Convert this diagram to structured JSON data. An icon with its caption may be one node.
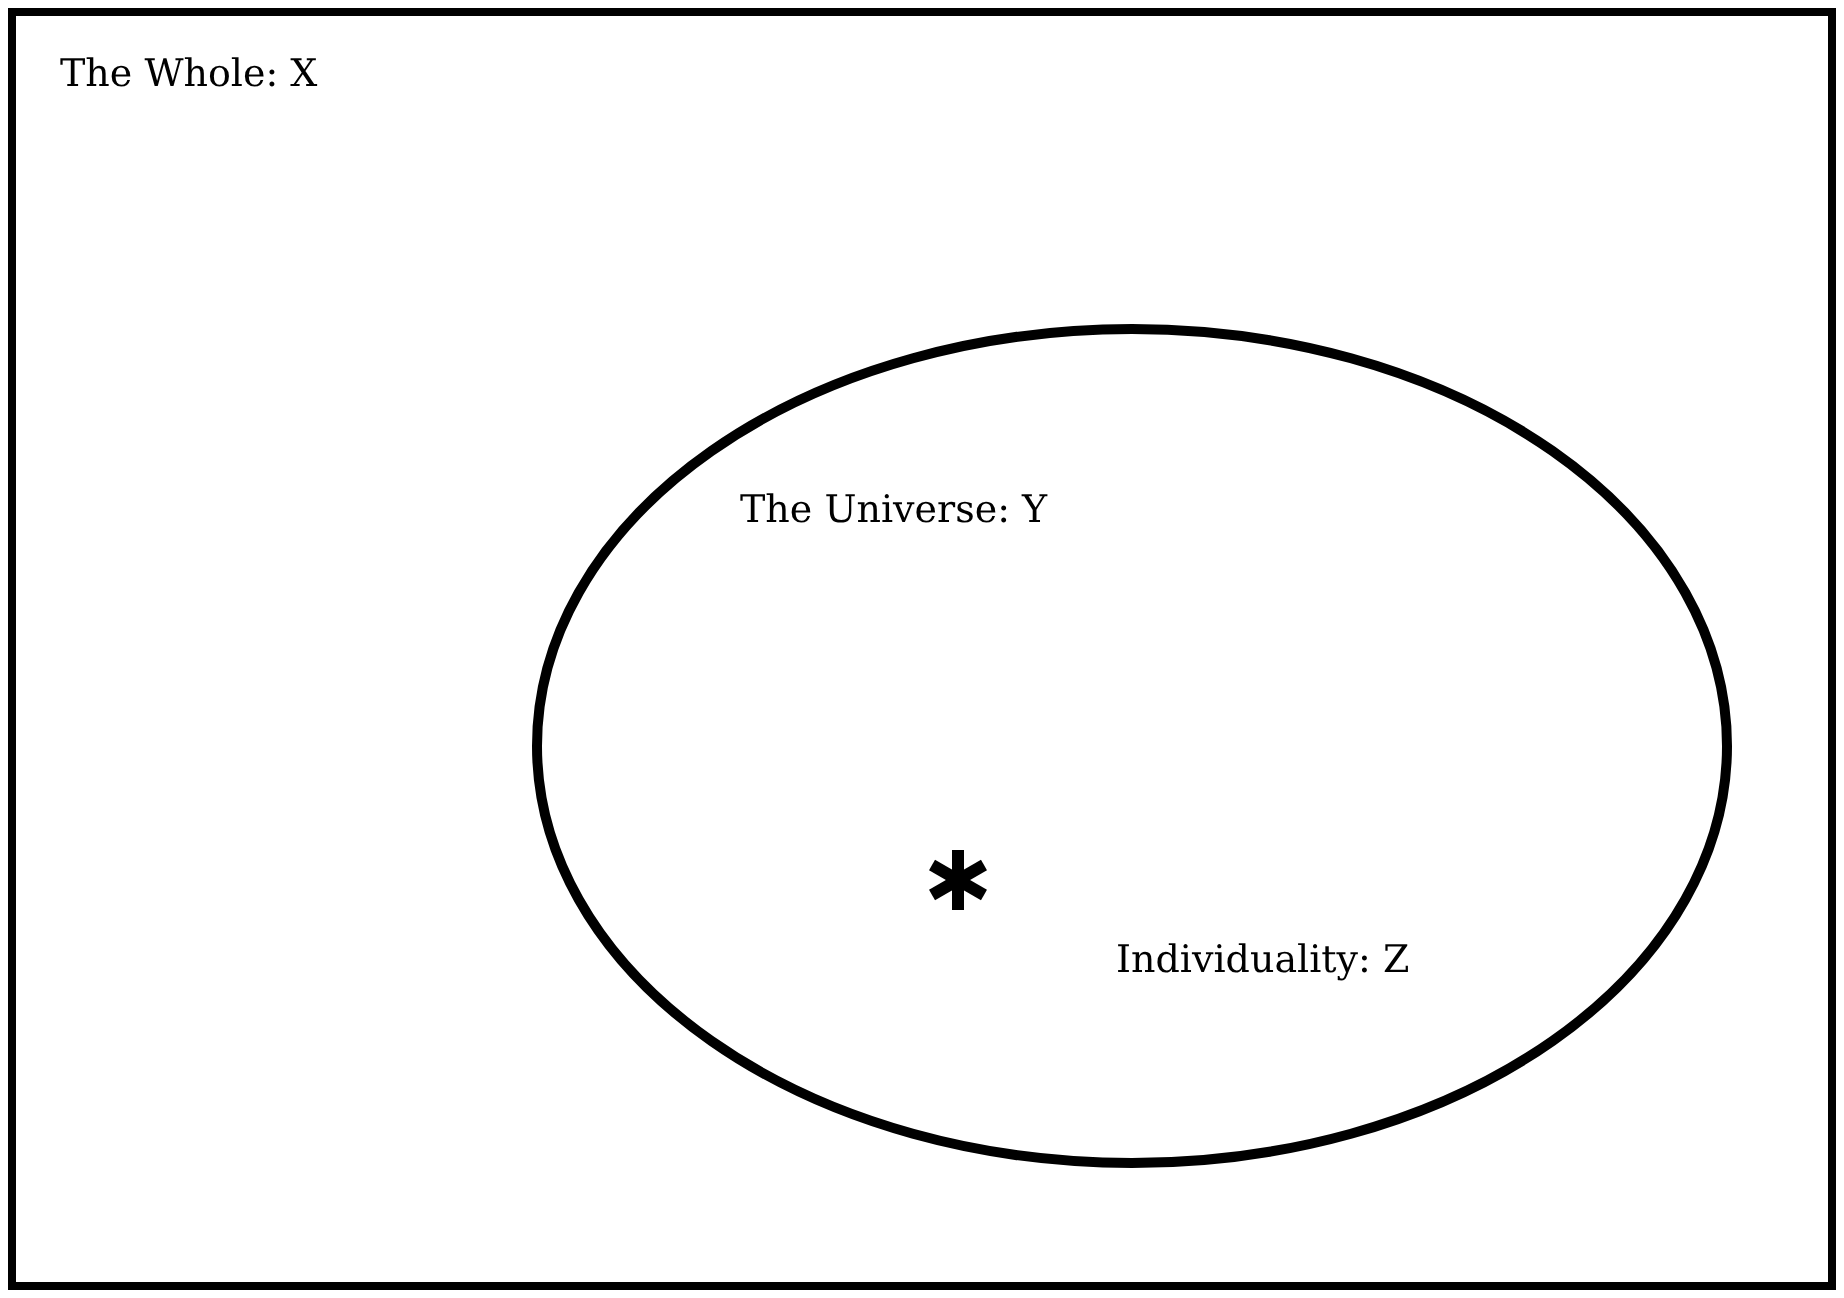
{
  "diagram": {
    "nodes": [
      {
        "text": [
          "The Whole: X"
        ]
      },
      {
        "text": [
          "The Universe: Y"
        ],
        "in": 0
      },
      {
        "text": [],
        "shape": "asterisk",
        "beside": [
          "Individuality: Z"
        ],
        "in": 1
      }
    ]
  }
}
